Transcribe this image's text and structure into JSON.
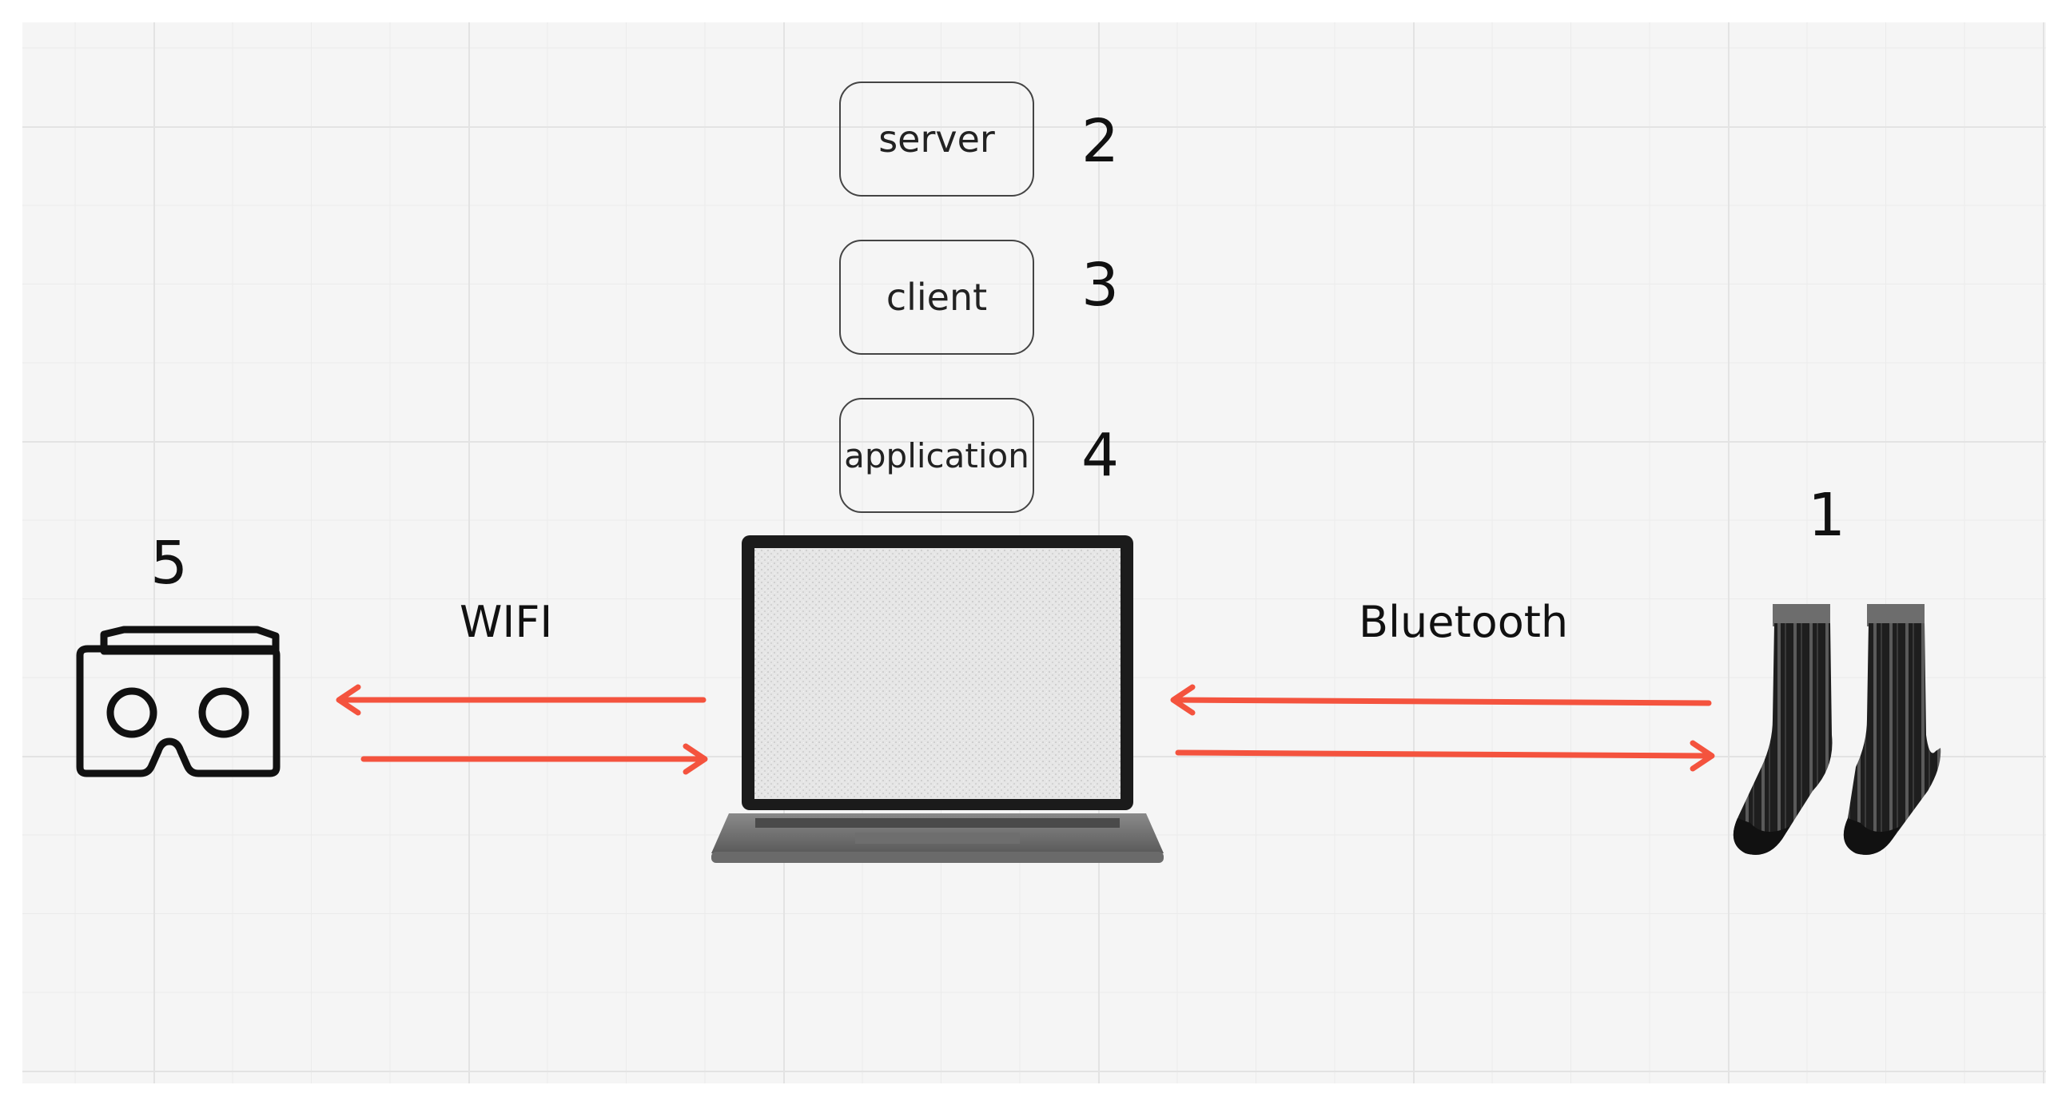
{
  "diagram": {
    "stack": {
      "server_label": "server",
      "server_number": "2",
      "client_label": "client",
      "client_number": "3",
      "application_label": "application",
      "application_number": "4"
    },
    "headset": {
      "icon": "vr-headset-icon",
      "number": "5"
    },
    "socks": {
      "icon": "socks-icon",
      "number": "1"
    },
    "laptop": {
      "icon": "laptop-icon"
    },
    "links": {
      "left_label": "WIFI",
      "right_label": "Bluetooth",
      "arrow_color": "#f4533e"
    }
  }
}
